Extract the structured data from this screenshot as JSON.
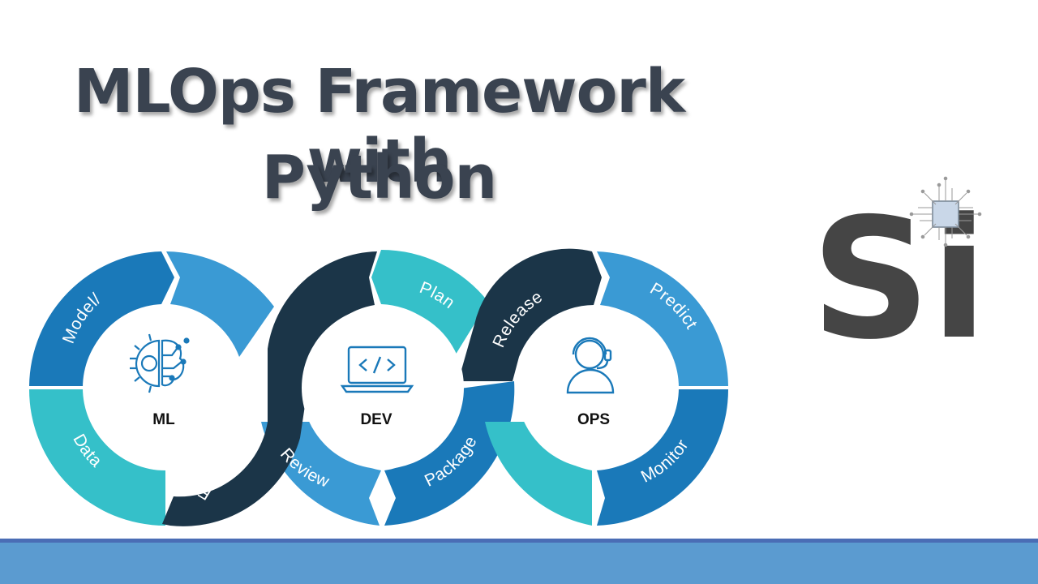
{
  "slide": {
    "title_line1": "MLOps Framework with",
    "title_line2": "Python"
  },
  "logo": {
    "text": "Si",
    "icon": "chip-icon"
  },
  "diagram": {
    "hubs": [
      {
        "label": "ML",
        "icon": "brain-gear-icon"
      },
      {
        "label": "DEV",
        "icon": "laptop-code-icon"
      },
      {
        "label": "OPS",
        "icon": "support-agent-icon"
      }
    ],
    "segments": {
      "model": "Model/",
      "data": "Data",
      "eda": "Exploratory Data Analysis",
      "review": "Review",
      "plan": "Plan",
      "release": "Release",
      "package": "Package",
      "predict": "Predict",
      "monitor": "Monitor"
    },
    "colors": {
      "dark_navy": "#1b3548",
      "blue": "#1a79b9",
      "mid_blue": "#3a9ad4",
      "teal": "#35c0c9",
      "title": "#3a4350",
      "band": "#5b9bd0"
    }
  }
}
